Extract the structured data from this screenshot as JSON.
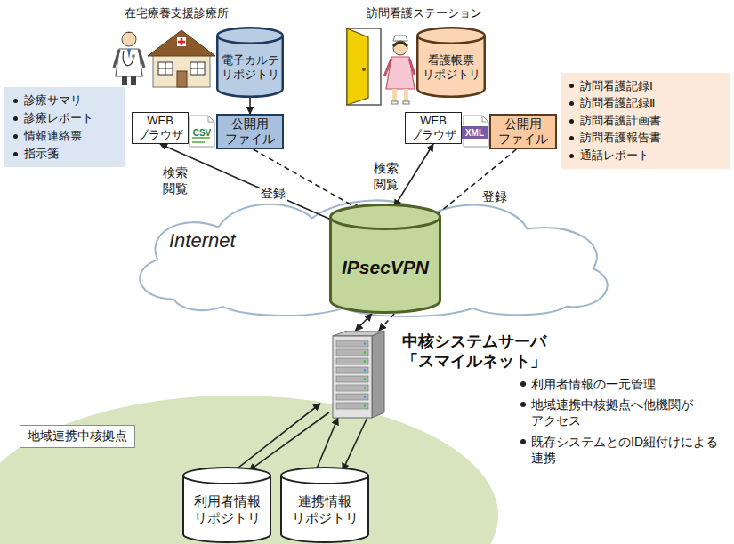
{
  "diagram": {
    "nodes": [
      {
        "text": [
          "診療サマリ",
          "診療レポート",
          "情報連絡票",
          "指示箋"
        ]
      },
      {
        "text": [
          "電子カルテ リポジトリ"
        ]
      },
      {
        "text": [
          "WEB ブラウザ"
        ]
      },
      {
        "text": [
          "公開用 ファイル"
        ]
      },
      {
        "text": [
          "看護帳票 リポジトリ"
        ]
      },
      {
        "text": [
          "WEB ブラウザ"
        ]
      },
      {
        "text": [
          "公開用 ファイル"
        ]
      },
      {
        "text": [
          "訪問看護記録Ⅰ",
          "訪問看護記録Ⅱ",
          "訪問看護計画書",
          "訪問看護報告書",
          "通話レポート"
        ]
      },
      {
        "text": [
          "Internet"
        ]
      },
      {
        "text": [
          "IPsecVPN"
        ],
        "in": 8
      },
      {
        "text": [
          "地域連携中核拠点"
        ]
      },
      {
        "text": [
          "中核システムサーバ 「スマイルネット」"
        ]
      },
      {
        "text": [
          "利用者情報 リポジトリ"
        ],
        "in": 10
      },
      {
        "text": [
          "連携情報 リポジトリ"
        ],
        "in": 10
      }
    ],
    "edges": [
      {
        "from": 1,
        "to": 3,
        "arrow": "to"
      },
      {
        "from": 2,
        "to": 9,
        "label": "検索 閲覧",
        "arrow": "both"
      },
      {
        "from": 3,
        "to": 9,
        "label": "登録",
        "arrow": "to"
      },
      {
        "from": 5,
        "to": 9,
        "label": "検索 閲覧",
        "arrow": "both"
      },
      {
        "from": 6,
        "to": 9,
        "label": "登録",
        "arrow": "to"
      },
      {
        "from": 9,
        "to": 11,
        "arrow": "both"
      },
      {
        "from": 9,
        "to": 11,
        "arrow": "to"
      },
      {
        "from": 11,
        "to": 12,
        "arrow": "to"
      },
      {
        "from": 12,
        "to": 11,
        "arrow": "to"
      },
      {
        "from": 11,
        "to": 13,
        "arrow": "to"
      },
      {
        "from": 13,
        "to": 11,
        "arrow": "to"
      }
    ],
    "labels": [
      "在宅療養支援診療所",
      "訪問看護ステーション",
      "CSV",
      "XML",
      "利用者情報の一元管理",
      "地域連携中核拠点へ他機関が アクセス",
      "既存システムとのID紐付けによる 連携"
    ]
  }
}
